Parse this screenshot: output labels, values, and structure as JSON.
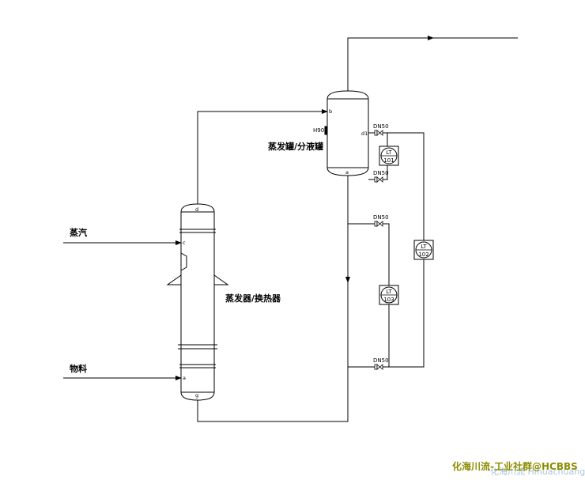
{
  "labels": {
    "steam": "蒸汽",
    "feed": "物料",
    "evaporator": "蒸发器/换热器",
    "separator": "蒸发罐/分液罐",
    "separator_level_tag": "H90"
  },
  "nozzles": {
    "evap_top": "d",
    "evap_steam": "c",
    "evap_feed": "a",
    "evap_bottom": "g",
    "sep_inlet": "b",
    "sep_level": "d1",
    "sep_bottom": "a"
  },
  "valves": {
    "v1": "DN50",
    "v2": "DN50",
    "v3": "DN50",
    "v4": "DN50"
  },
  "instruments": {
    "lt101": {
      "code": "LT",
      "number": "101"
    },
    "lt102": {
      "code": "LT",
      "number": "102"
    },
    "lt103": {
      "code": "LT",
      "number": "103"
    }
  },
  "watermark": {
    "main": "化海川流-工业社群@HCBBS",
    "sub": "化海川流 Hihuachuang"
  }
}
